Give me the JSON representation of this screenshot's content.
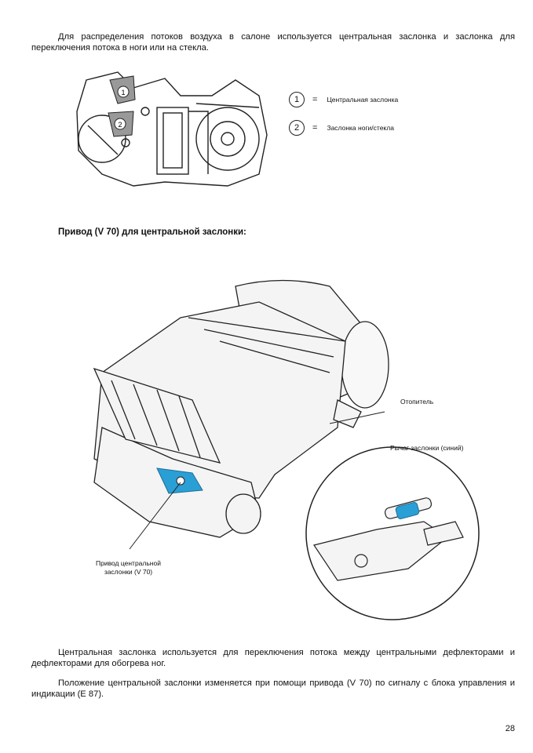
{
  "intro_text": "Для распределения потоков воздуха в салоне используется центральная заслонка и заслонка для переключения потока в ноги или на стекла.",
  "legend": [
    {
      "number": "1",
      "equals": "=",
      "label": "Центральная заслонка"
    },
    {
      "number": "2",
      "equals": "=",
      "label": "Заслонка ноги/стекла"
    }
  ],
  "diagram1_markers": [
    "1",
    "2"
  ],
  "section_heading": "Привод (V 70) для центральной заслонки:",
  "callouts": {
    "heater": "Отопитель",
    "lever": "Рычаг заслонки (синий)",
    "actuator_line1": "Привод центральной",
    "actuator_line2": "заслонки (V 70)"
  },
  "paragraph_2": "Центральная заслонка используется для переключения потока между центральными дефлекторами и дефлекторами для обогрева ног.",
  "paragraph_3": "Положение центральной заслонки изменяется при помощи привода (V 70) по сигналу с блока управления и индикации (E 87).",
  "page_number": "28",
  "colors": {
    "highlight_blue": "#2a9fd6",
    "line": "#222222"
  }
}
